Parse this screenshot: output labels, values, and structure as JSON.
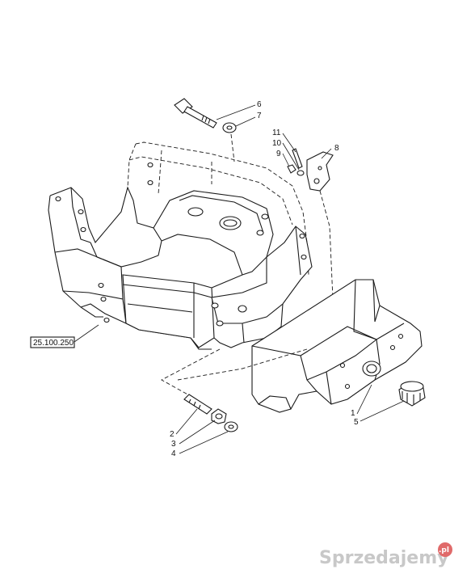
{
  "reference_label": "25.100.250",
  "callouts": [
    "1",
    "2",
    "3",
    "4",
    "5",
    "6",
    "7",
    "8",
    "9",
    "10",
    "11"
  ],
  "watermark": {
    "text": "Sprzedajemy",
    "suffix": ".pl"
  },
  "colors": {
    "line": "#1a1a1a",
    "background": "#ffffff",
    "watermark": "#c8c8c8",
    "watermark_badge": "#e06a6a"
  }
}
